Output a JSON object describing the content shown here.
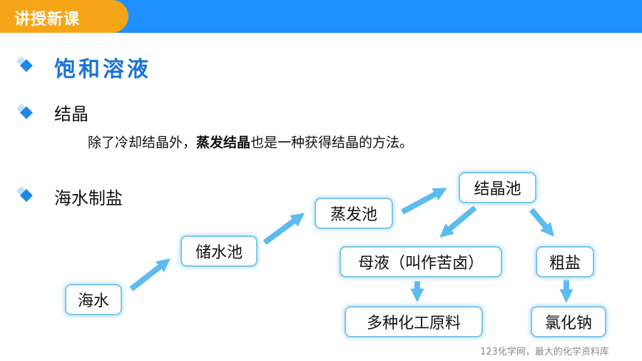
{
  "header": {
    "tab_label": "讲授新课"
  },
  "section": {
    "title": "饱和溶液"
  },
  "bullets": [
    {
      "label": "结晶"
    },
    {
      "label": "海水制盐"
    }
  ],
  "paragraph": {
    "before": "除了冷却结晶外，",
    "emphasis": "蒸发结晶",
    "after": "也是一种获得结晶的方法。"
  },
  "flow": {
    "seawater": "海水",
    "storage_pool": "储水池",
    "evaporation_pool": "蒸发池",
    "crystallization_pool": "结晶池",
    "mother_liquor": "母液（叫作苦卤）",
    "crude_salt": "粗盐",
    "chemical_materials": "多种化工原料",
    "sodium_chloride": "氯化钠"
  },
  "colors": {
    "topbar": "#1e90ff",
    "tab": "#f5a516",
    "heading": "#1a73d9",
    "arrow": "#5bbcf0",
    "box_border": "#7cc5ee"
  },
  "watermark": "123化学网，最大的化学资料库"
}
